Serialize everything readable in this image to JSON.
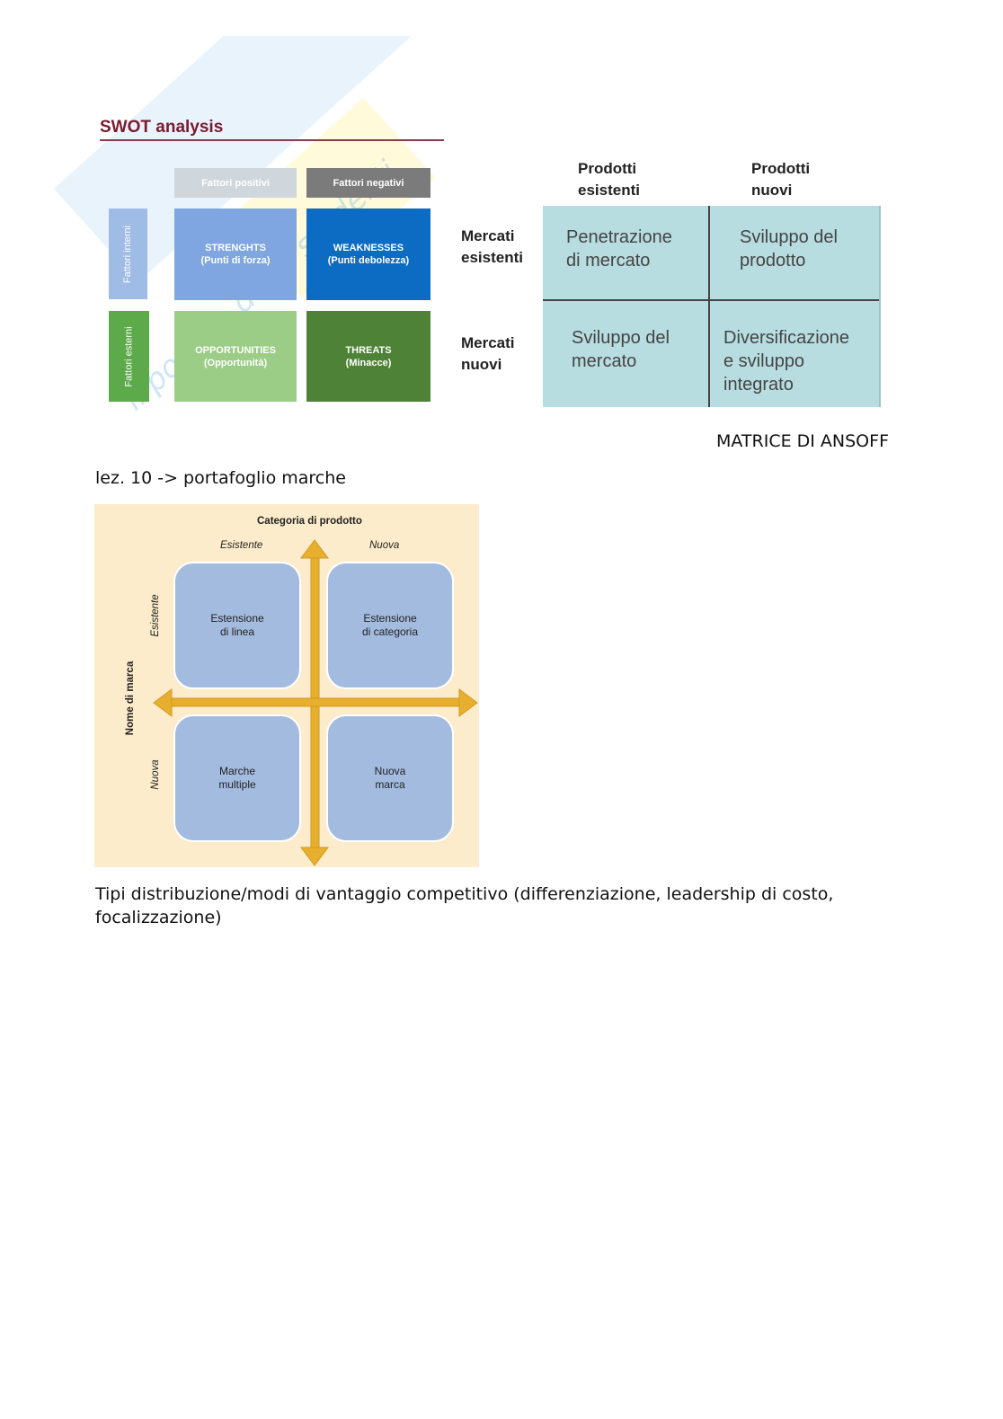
{
  "watermark": {
    "text": "il portale degli studenti"
  },
  "swot": {
    "title": "SWOT analysis",
    "col_headers": [
      "Fattori positivi",
      "Fattori negativi"
    ],
    "row_headers": [
      "Fattori interni",
      "Fattori esterni"
    ],
    "cells": [
      {
        "title": "STRENGHTS",
        "subtitle": "(Punti di forza)",
        "color": "#7fa6e0"
      },
      {
        "title": "WEAKNESSES",
        "subtitle": "(Punti debolezza)",
        "color": "#0c6cc4"
      },
      {
        "title": "OPPORTUNITIES",
        "subtitle": "(Opportunità)",
        "color": "#9ccd86"
      },
      {
        "title": "THREATS",
        "subtitle": "(Minacce)",
        "color": "#4e8236"
      }
    ]
  },
  "ansoff": {
    "col_headers": [
      [
        "Prodotti",
        "esistenti"
      ],
      [
        "Prodotti",
        "nuovi"
      ]
    ],
    "row_headers": [
      [
        "Mercati",
        "esistenti"
      ],
      [
        "Mercati",
        "nuovi"
      ]
    ],
    "cells": [
      [
        "Penetrazione",
        "di mercato"
      ],
      [
        "Sviluppo del",
        "prodotto"
      ],
      [
        "Sviluppo del",
        "mercato"
      ],
      [
        "Diversificazione",
        "e sviluppo",
        "integrato"
      ]
    ],
    "caption": "MATRICE DI ANSOFF"
  },
  "text": {
    "line1": "lez. 10 -> portafoglio marche",
    "line2a": "Tipi distribuzione/modi di vantaggio competitivo (differenziazione, leadership di costo,",
    "line2b": "focalizzazione)"
  },
  "brand_portfolio": {
    "top_title": "Categoria di prodotto",
    "col_labels": [
      "Esistente",
      "Nuova"
    ],
    "side_title": "Nome di marca",
    "row_labels": [
      "Esistente",
      "Nuova"
    ],
    "cells": [
      [
        "Estensione",
        "di linea"
      ],
      [
        "Estensione",
        "di categoria"
      ],
      [
        "Marche",
        "multiple"
      ],
      [
        "Nuova",
        "marca"
      ]
    ],
    "arrow_color": "#e8ae2e"
  }
}
